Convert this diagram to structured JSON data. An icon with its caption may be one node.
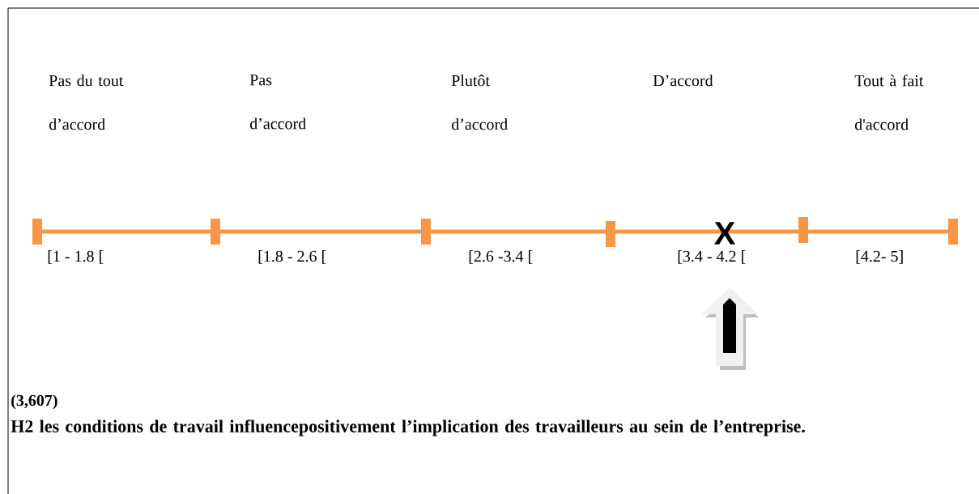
{
  "diagram": {
    "labels": [
      "Pas du tout d’accord",
      "Pas d’accord",
      "Plutôt d’accord",
      "D’accord",
      "Tout à fait d'accord",
      "X",
      "[1 - 1.8 [",
      "[1.8 - 2.6 [",
      "[2.6 -3.4 [",
      "[3.4 - 4.2 [",
      "[4.2- 5]",
      "(3,607)",
      "H2 les conditions de travail influencepositivement l’implication des travailleurs au sein de l’entreprise."
    ]
  }
}
